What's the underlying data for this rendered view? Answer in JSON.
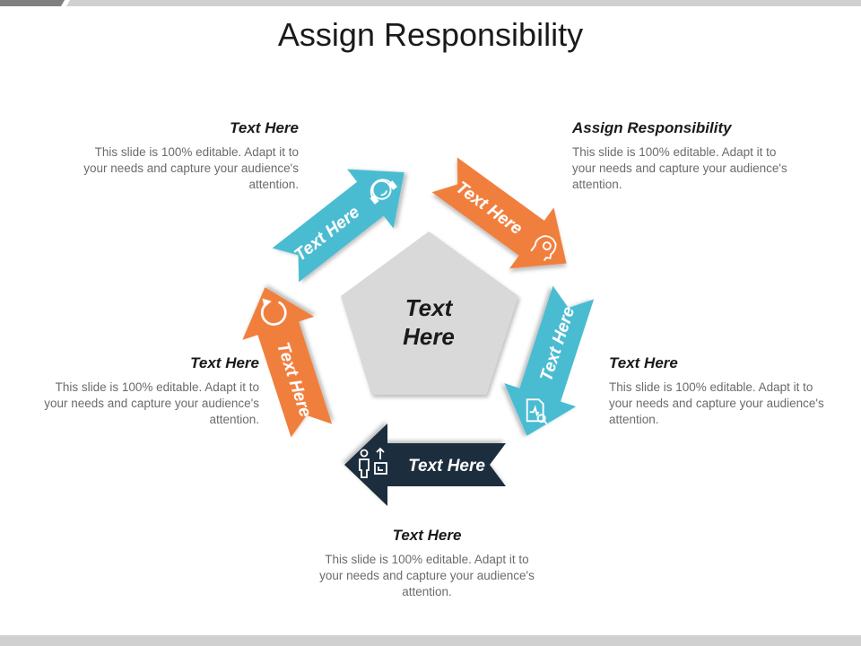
{
  "title": "Assign Responsibility",
  "center": {
    "line1": "Text",
    "line2": "Here"
  },
  "arrows": [
    {
      "label": "Text Here",
      "color": "#49bcd1",
      "icon": "headset-person-icon"
    },
    {
      "label": "Text Here",
      "color": "#f07f3c",
      "icon": "head-gear-icon"
    },
    {
      "label": "Text Here",
      "color": "#49bcd1",
      "icon": "document-search-icon"
    },
    {
      "label": "Text Here",
      "color": "#1e2f3d",
      "icon": "person-box-icon"
    },
    {
      "label": "Text Here",
      "color": "#f07f3c",
      "icon": "refresh-icon"
    }
  ],
  "blocks": [
    {
      "heading": "Text Here",
      "text": "This slide is 100% editable. Adapt it to your needs and capture your audience's attention."
    },
    {
      "heading": "Assign Responsibility",
      "text": "This slide is 100% editable. Adapt it to your needs and capture your audience's attention."
    },
    {
      "heading": "Text Here",
      "text": "This slide is 100% editable. Adapt it to your needs and capture your audience's attention."
    },
    {
      "heading": "Text Here",
      "text": "This slide is 100% editable. Adapt it to your needs and capture your audience's attention."
    },
    {
      "heading": "Text Here",
      "text": "This slide is 100% editable. Adapt it to your needs and capture your audience's attention."
    }
  ],
  "colors": {
    "pentagon": "#d9d9d9",
    "bar_dark": "#7f7f7f",
    "bar_light": "#d0d0d0"
  }
}
